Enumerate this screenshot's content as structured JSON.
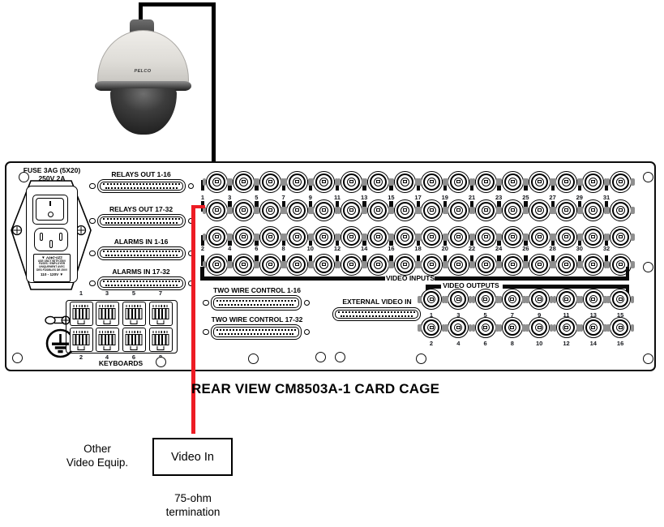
{
  "caption": "REAR VIEW CM8503A-1 CARD CAGE",
  "camera": {
    "brand_label": "PELCO"
  },
  "colors": {
    "camera_cable": "#000000",
    "video_cable_red": "#ED1C24",
    "panel_line": "#000000"
  },
  "power": {
    "fuse_line1": "FUSE 3AG (5X20)",
    "fuse_line2": "250V 2A",
    "switch_on": "I",
    "switch_off": "O",
    "warning": {
      "inverted_line": "220-240V ▲",
      "body": [
        "USE ONLY WITH 250V",
        "FUSES / EMPLOYER",
        "UNIQUEMENT AVEC",
        "DES FUSIBLES DE 250V"
      ],
      "bottom_line": "110 - 120V ▼"
    }
  },
  "dsub_connectors": [
    {
      "id": "relays-out-1-16",
      "label": "RELAYS OUT 1-16"
    },
    {
      "id": "relays-out-17-32",
      "label": "RELAYS OUT 17-32"
    },
    {
      "id": "alarms-in-1-16",
      "label": "ALARMS IN 1-16"
    },
    {
      "id": "alarms-in-17-32",
      "label": "ALARMS IN 17-32"
    }
  ],
  "two_wire_connectors": [
    {
      "id": "two-wire-control-1-16",
      "label": "TWO WIRE CONTROL 1-16"
    },
    {
      "id": "two-wire-control-17-32",
      "label": "TWO WIRE CONTROL 17-32"
    }
  ],
  "external_video_in": {
    "label": "EXTERNAL VIDEO IN"
  },
  "keyboards": {
    "label": "KEYBOARDS",
    "top_numbers": [
      "1",
      "3",
      "5",
      "7"
    ],
    "bottom_numbers": [
      "2",
      "4",
      "6",
      "8"
    ]
  },
  "video_inputs": {
    "label": "VIDEO INPUTS",
    "group1_numbers": [
      "1",
      "3",
      "5",
      "7",
      "9",
      "11",
      "13",
      "15",
      "17",
      "19",
      "21",
      "23",
      "25",
      "27",
      "29",
      "31"
    ],
    "group2_numbers": [
      "2",
      "4",
      "6",
      "8",
      "10",
      "12",
      "14",
      "16",
      "18",
      "20",
      "22",
      "24",
      "26",
      "28",
      "30",
      "32"
    ]
  },
  "video_outputs": {
    "label": "VIDEO OUTPUTS",
    "top_numbers": [
      "1",
      "3",
      "5",
      "7",
      "9",
      "11",
      "13",
      "15"
    ],
    "bottom_numbers": [
      "2",
      "4",
      "6",
      "8",
      "10",
      "12",
      "14",
      "16"
    ]
  },
  "annotations": {
    "other_equip_line1": "Other",
    "other_equip_line2": "Video Equip.",
    "video_in_label": "Video In",
    "termination_line1": "75-ohm",
    "termination_line2": "termination"
  },
  "icons": {
    "power_switch": "rocker-switch-icon",
    "power_inlet": "iec-inlet-icon",
    "protective_earth": "earth-ground-icon",
    "chassis_lug": "ground-lug-icon",
    "mount_screw": "screw-icon",
    "bnc": "bnc-connector-icon"
  }
}
